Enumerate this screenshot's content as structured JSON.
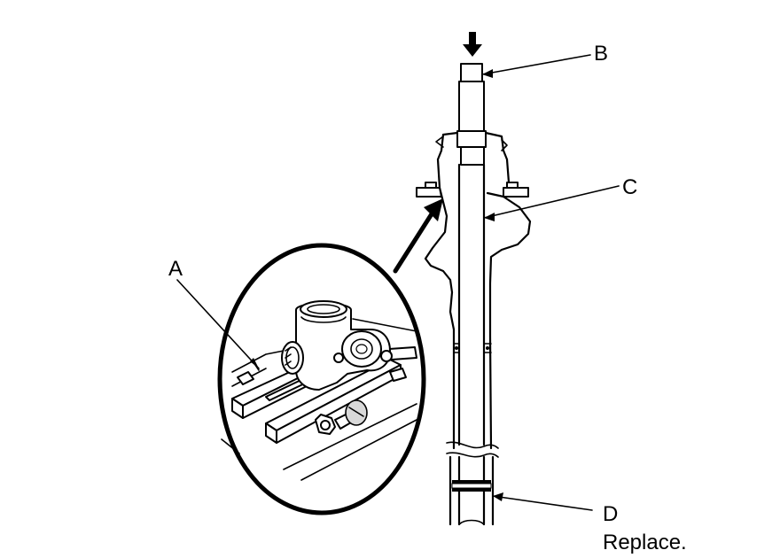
{
  "callouts": {
    "A": {
      "letter": "A"
    },
    "B": {
      "letter": "B"
    },
    "C": {
      "letter": "C"
    },
    "D": {
      "letter": "D",
      "note": "Replace."
    }
  }
}
